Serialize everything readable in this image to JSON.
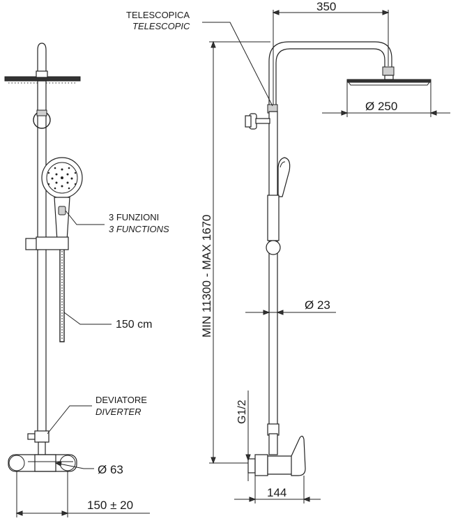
{
  "labels": {
    "telescopic_it": "TELESCOPICA",
    "telescopic_en": "TELESCOPIC",
    "functions_it": "3 FUNZIONI",
    "functions_en": "3 FUNCTIONS",
    "hose_length": "150 cm",
    "diverter_it": "DEVIATORE",
    "diverter_en": "DIVERTER"
  },
  "dimensions": {
    "arm_reach": "350",
    "head_diameter": "Ø 250",
    "height_range": "MIN 11300 - MAX 1670",
    "bar_diameter": "Ø 23",
    "connection": "G1/2",
    "wall_offset": "144",
    "mixer_diameter": "Ø 63",
    "centers": "150 ± 20"
  }
}
